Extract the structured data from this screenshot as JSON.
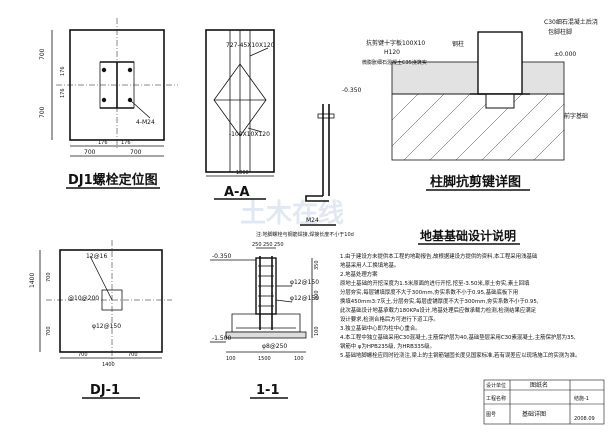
{
  "titles": {
    "bolt_plan": "DJ1螺栓定位图",
    "section_aa": "A-A",
    "bolt_label": "M24",
    "shear_key_detail": "柱脚抗剪键详图",
    "foundation_plan": "DJ-1",
    "section_11": "1-1",
    "notes_heading": "地基基础设计说明"
  },
  "bolt_plan": {
    "dims_left": [
      "700",
      "700",
      "176",
      "176"
    ],
    "dims_bottom": [
      "176",
      "176"
    ],
    "dims_bottom2": [
      "700",
      "700"
    ],
    "bolt_callout": "4-M24"
  },
  "aa": {
    "plate_top": "727-45X10X120",
    "plate_side": "-100X10X120",
    "note_small": "注:地脚螺栓与钢筋焊接,焊接长度不小于10d",
    "dim_small": "1800"
  },
  "shear_key": {
    "label_key": "抗剪键",
    "label_plate": "十字板100X10",
    "label_ht": "H120",
    "label_grout": "微膨胀细石混凝土C35浇筑实",
    "label_steel": "钢柱",
    "label_c30": "C30细石混凝土后浇",
    "label_col": "包脚柱脚",
    "label_level": "±0.000",
    "label_level2": "-0.350",
    "label_ref": "前字基础"
  },
  "dj1": {
    "dims_left": [
      "1400",
      "700",
      "700"
    ],
    "dims_bottom": [
      "700",
      "700",
      "1400"
    ],
    "rebar_top": "12@16",
    "rebar_left": "@10@200",
    "rebar_bottom": "φ12@150"
  },
  "section11": {
    "dims_top": [
      "250",
      "250",
      "250"
    ],
    "level_top": "-0.350",
    "level_bottom": "-1.500",
    "rebar_1": "φ12@150",
    "rebar_2": "φ12@150",
    "rebar_3": "φ8@250",
    "dims_bottom": [
      "100",
      "1500",
      "100"
    ],
    "height_dims": [
      "350",
      "800",
      "100"
    ]
  },
  "notes": [
    "1.由于建设方未提供本工程的地勘报告,故根据建设方提供的资料,本工程采用浅基础",
    "  地基采用人工换填地基。",
    "2.地基处理方案",
    "  原地土基础的开挖深度为1.5米原面的进行开挖,挖至-3.50米,原土夯实,素土回填",
    "  分层夯实,每层铺填厚度不大于300mm,夯实系数不小于0.95,基础底板下用",
    "  换填450mm3:7灰土,分层夯实,每层虚铺厚度不大于300mm,夯实系数不小于0.95,",
    "  此次基础设计地基承载力180KPa设计,地基处理后应做承载力检测,检测结果应满足",
    "  设计要求,检测合格后方可进行下道工序。",
    "3.独立基础中心即为柱中心重合。",
    "4.本工程中独立基础采用C30混凝土,主筋保护层为40,基础垫层采用C30素混凝土,主筋保护层为35,",
    "  钢筋中 φ为HPB235级,  为HRB335级。",
    "5.基础地脚螺栓应同时砼浇注,梁上的主钢筋锚固长度见国家标准,若有误差应以现场施工的实测为准。"
  ],
  "title_block": {
    "project": "图纸名",
    "drawing": "基础详图",
    "col_labels": [
      "设计单位",
      "工程名称",
      "图号"
    ],
    "sheet_no": "结施-1",
    "date": "2008.09"
  },
  "watermark": "土木在线"
}
